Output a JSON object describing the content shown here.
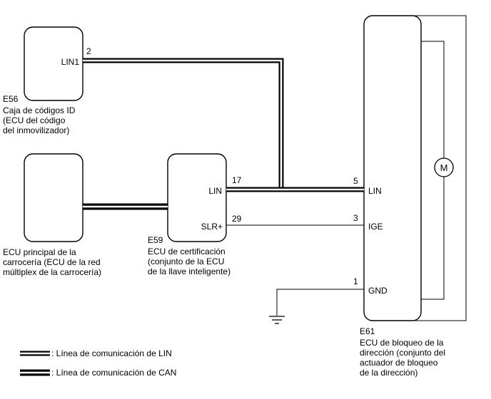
{
  "immobiliser_ecu": {
    "id": "E56",
    "name_lines": [
      "Caja de códigos ID",
      "(ECU del código",
      "del inmovilizador)"
    ],
    "pin_label": "LIN1",
    "pin_number": "2"
  },
  "main_body_ecu": {
    "name_lines": [
      "ECU principal de la",
      "carrocería (ECU de la red",
      "múltiplex de la carrocería)"
    ]
  },
  "certification_ecu": {
    "id": "E59",
    "name_lines": [
      "ECU de certificación",
      "(conjunto de la ECU",
      "de la llave inteligente)"
    ],
    "pins": [
      {
        "label": "LIN",
        "number": "17"
      },
      {
        "label": "SLR+",
        "number": "29"
      }
    ]
  },
  "steering_lock_ecu": {
    "id": "E61",
    "name_lines": [
      "ECU de bloqueo de la",
      "dirección (conjunto del",
      "actuador de bloqueo",
      "de la dirección)"
    ],
    "pins": [
      {
        "label": "LIN",
        "number": "5"
      },
      {
        "label": "IGE",
        "number": "3"
      },
      {
        "label": "GND",
        "number": "1"
      }
    ],
    "motor_symbol": "M"
  },
  "legend": [
    {
      "type": "lin",
      "label": ": Línea de comunicación de LIN"
    },
    {
      "type": "can",
      "label": ": Línea de comunicación de CAN"
    }
  ]
}
